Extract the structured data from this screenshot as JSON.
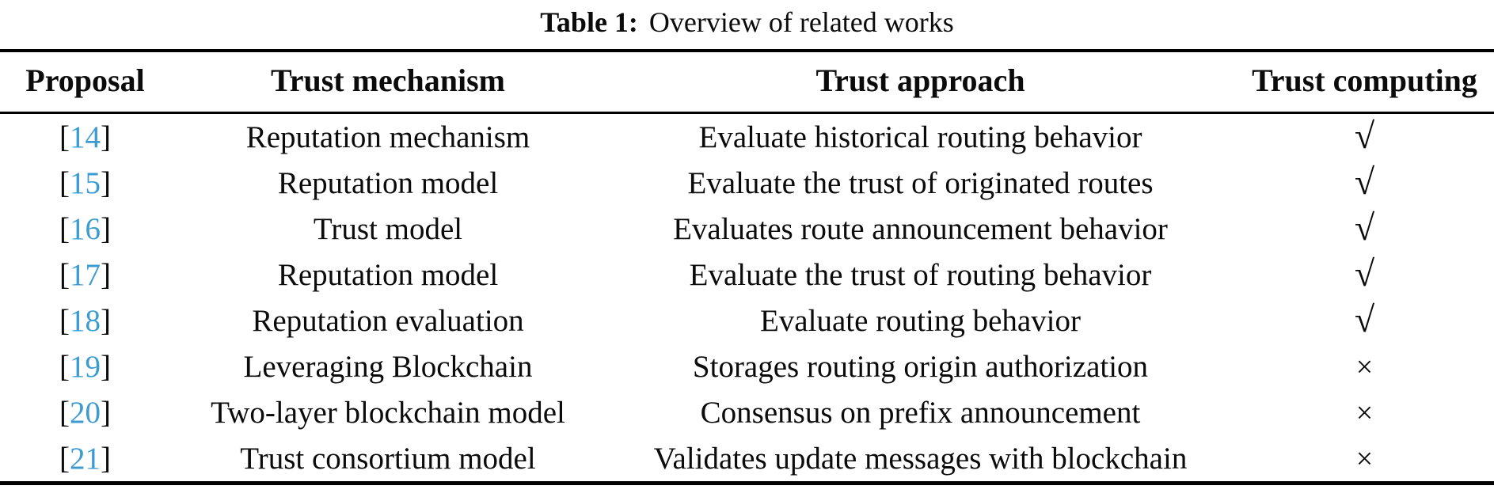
{
  "caption": {
    "label": "Table 1:",
    "text": "Overview of related works"
  },
  "citation": {
    "open": "[",
    "close": "]"
  },
  "symbols": {
    "check": "√",
    "cross": "×"
  },
  "colors": {
    "citation_link": "#3c9cd1",
    "text": "#0b0b0b",
    "rule": "#000000"
  },
  "table": {
    "columns": [
      "Proposal",
      "Trust mechanism",
      "Trust approach",
      "Trust computing"
    ],
    "rows": [
      {
        "proposal": "14",
        "mechanism": "Reputation mechanism",
        "approach": "Evaluate historical routing behavior",
        "computing": "√"
      },
      {
        "proposal": "15",
        "mechanism": "Reputation model",
        "approach": "Evaluate the trust of originated routes",
        "computing": "√"
      },
      {
        "proposal": "16",
        "mechanism": "Trust model",
        "approach": "Evaluates route announcement behavior",
        "computing": "√"
      },
      {
        "proposal": "17",
        "mechanism": "Reputation model",
        "approach": "Evaluate the trust of routing behavior",
        "computing": "√"
      },
      {
        "proposal": "18",
        "mechanism": "Reputation evaluation",
        "approach": "Evaluate routing behavior",
        "computing": "√"
      },
      {
        "proposal": "19",
        "mechanism": "Leveraging Blockchain",
        "approach": "Storages routing origin authorization",
        "computing": "×"
      },
      {
        "proposal": "20",
        "mechanism": "Two-layer blockchain model",
        "approach": "Consensus on prefix announcement",
        "computing": "×"
      },
      {
        "proposal": "21",
        "mechanism": "Trust consortium model",
        "approach": "Validates update messages with blockchain",
        "computing": "×"
      }
    ]
  }
}
